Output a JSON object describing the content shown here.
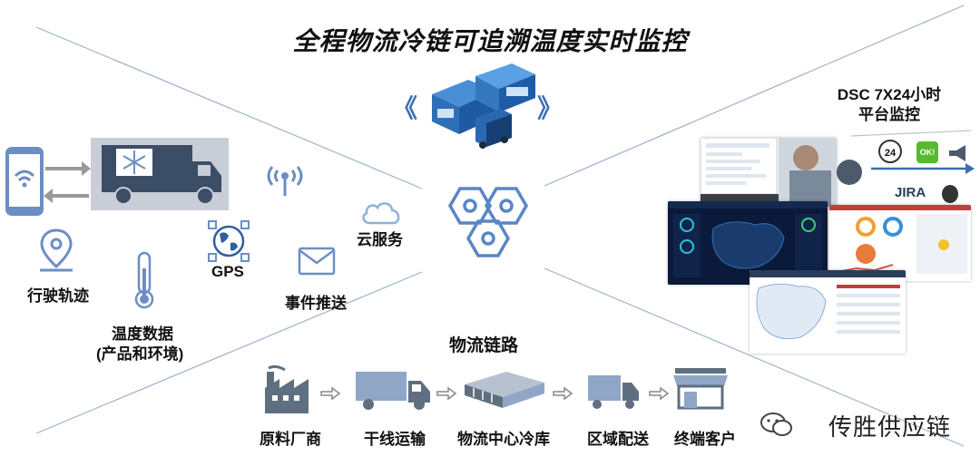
{
  "title": "全程物流冷链可追溯温度实时监控",
  "left_labels": {
    "route": "行驶轨迹",
    "temp_line1": "温度数据",
    "temp_line2": "(产品和环境)",
    "gps": "GPS",
    "event": "事件推送",
    "cloud": "云服务"
  },
  "right": {
    "dsc_line1": "DSC 7X24小时",
    "dsc_line2": "平台监控",
    "badge_24": "24",
    "badge_ok": "OK!",
    "jira": "JIRA"
  },
  "flow": {
    "title": "物流链路",
    "steps": [
      "原料厂商",
      "干线运输",
      "物流中心冷库",
      "区域配送",
      "终端客户"
    ]
  },
  "watermark": "传胜供应链",
  "colors": {
    "accent": "#3b6fb3",
    "icon_blue": "#5a86c4",
    "icon_gray": "#5f6f80",
    "line": "#8fa6c7"
  }
}
